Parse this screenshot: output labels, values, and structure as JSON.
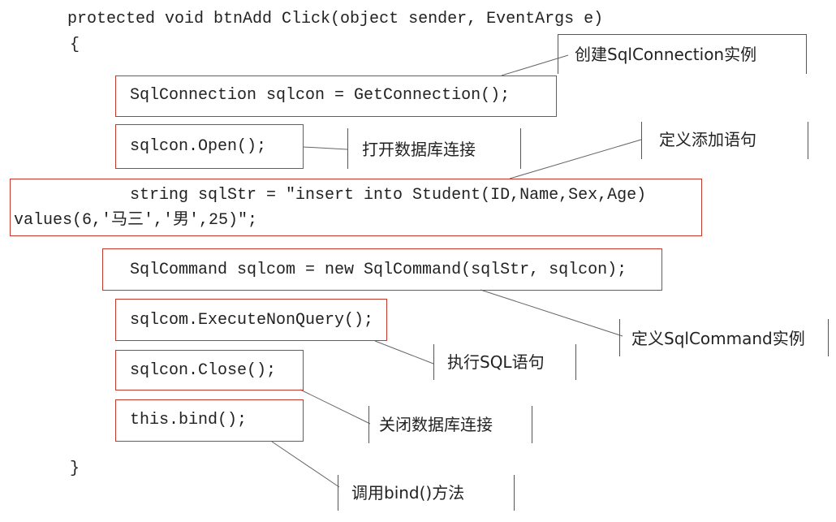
{
  "code": {
    "signature": "protected void btnAdd Click(object sender, EventArgs e)",
    "open_brace": "{",
    "line_connection": "SqlConnection sqlcon = GetConnection();",
    "line_open": "sqlcon.Open();",
    "line_sqlstr_1": "string sqlStr = \"insert into Student(ID,Name,Sex,Age)",
    "line_sqlstr_2": "values(6,'马三','男',25)\";",
    "line_command": "SqlCommand sqlcom = new SqlCommand(sqlStr, sqlcon);",
    "line_execute": "sqlcom.ExecuteNonQuery();",
    "line_close": "sqlcon.Close();",
    "line_bind": "this.bind();",
    "close_brace": "}"
  },
  "callouts": {
    "create_connection": "创建SqlConnection实例",
    "open_connection": "打开数据库连接",
    "define_insert": "定义添加语句",
    "define_command": "定义SqlCommand实例",
    "execute_sql": "执行SQL语句",
    "close_connection": "关闭数据库连接",
    "call_bind": "调用bind()方法"
  },
  "colors": {
    "box_border": "#c0392b",
    "text": "#222222",
    "leader": "#666666"
  }
}
